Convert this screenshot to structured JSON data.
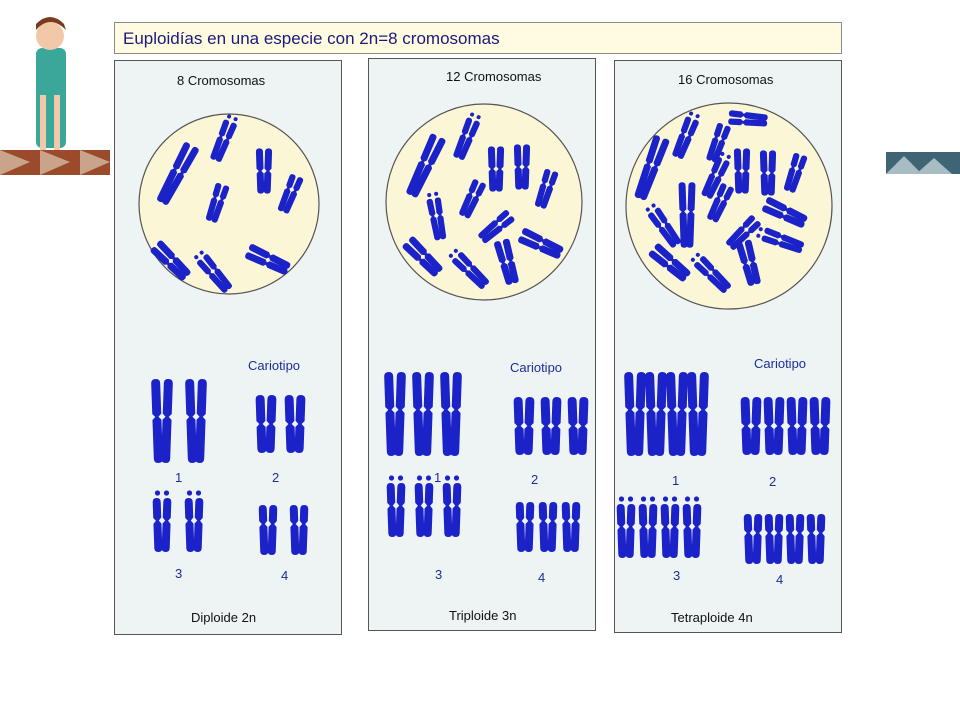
{
  "title": "Euploidías en una especie con 2n=8 cromosomas",
  "colors": {
    "chromosome": "#1b22c8",
    "cell_fill": "#fbf6d6",
    "cell_border": "#555555",
    "panel_bg": "#eef3f4",
    "label_blue": "#1d2e9a"
  },
  "panels": [
    {
      "chromosome_count": "8 Cromosomas",
      "karyotype_label": "Cariotipo",
      "ploidy_label": "Diploide 2n",
      "copies_per_type": 2,
      "group_numbers": [
        "1",
        "2",
        "3",
        "4"
      ]
    },
    {
      "chromosome_count": "12 Cromosomas",
      "karyotype_label": "Cariotipo",
      "ploidy_label": "Triploide 3n",
      "copies_per_type": 3,
      "group_numbers": [
        "1",
        "2",
        "3",
        "4"
      ]
    },
    {
      "chromosome_count": "16 Cromosomas",
      "karyotype_label": "Cariotipo",
      "ploidy_label": "Tetraploide 4n",
      "copies_per_type": 4,
      "group_numbers": [
        "1",
        "2",
        "3",
        "4"
      ]
    }
  ]
}
